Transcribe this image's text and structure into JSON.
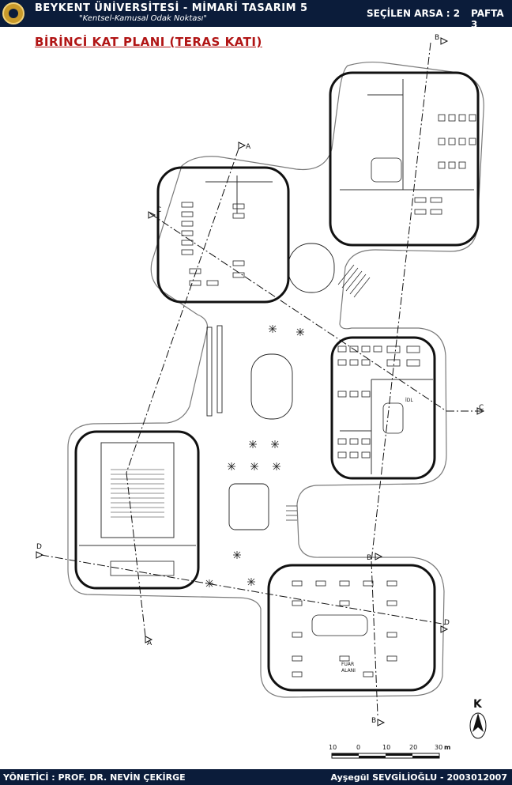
{
  "header": {
    "university": "BEYKENT ÜNİVERSİTESİ - MİMARİ TASARIM 5",
    "subtitle": "\"Kentsel-Kamusal Odak Noktası\"",
    "site": "SEÇİLEN ARSA : 2",
    "sheet": "PAFTA 3"
  },
  "plan_title": "BİRİNCİ KAT PLANI (TERAS KATI)",
  "section_markers": [
    "A",
    "A",
    "B",
    "B",
    "B",
    "C",
    "C",
    "D",
    "D"
  ],
  "room_labels": {
    "idl": "İDL",
    "fair_area_1": "FUAR",
    "fair_area_2": "ALANI"
  },
  "north_label": "K",
  "scale": {
    "ticks": [
      "10",
      "0",
      "10",
      "20",
      "30"
    ],
    "unit": "m"
  },
  "footer": {
    "left": "YÖNETİCİ : PROF. DR. NEVİN ÇEKİRGE",
    "right": "Ayşegül SEVGİLİOĞLU - 2003012007"
  },
  "colors": {
    "header_bg": "#0b1c3a",
    "title_red": "#b11515",
    "logo_gold": "#c99a2b"
  }
}
